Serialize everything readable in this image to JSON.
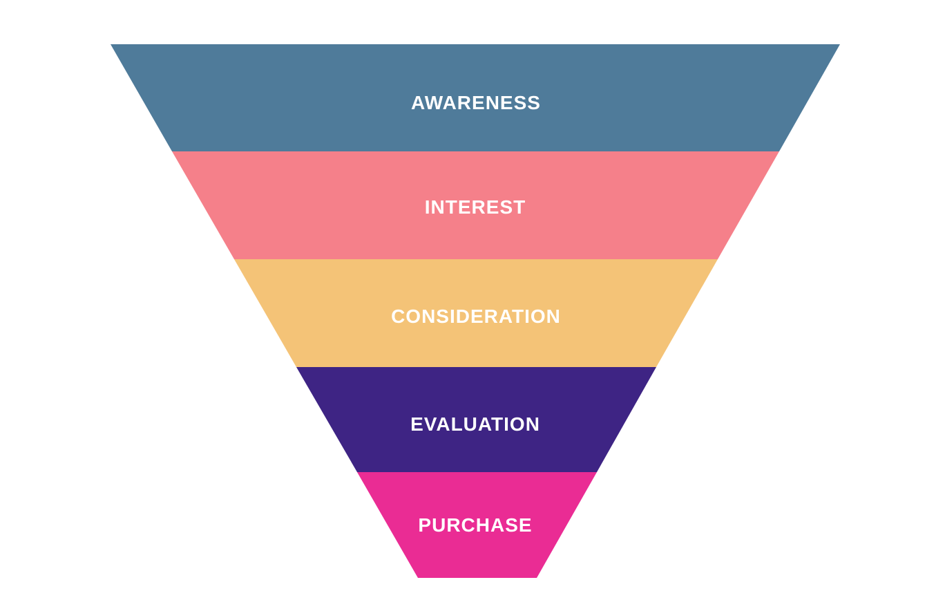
{
  "diagram": {
    "type": "funnel",
    "background_color": "#FFFFFF",
    "label_color": "#FFFFFF",
    "stages": [
      {
        "label": "AWARENESS",
        "color": "#4F7B9A"
      },
      {
        "label": "INTEREST",
        "color": "#F5808A"
      },
      {
        "label": "CONSIDERATION",
        "color": "#F4C377"
      },
      {
        "label": "EVALUATION",
        "color": "#3E2484"
      },
      {
        "label": "PURCHASE",
        "color": "#EA2C94"
      }
    ]
  }
}
